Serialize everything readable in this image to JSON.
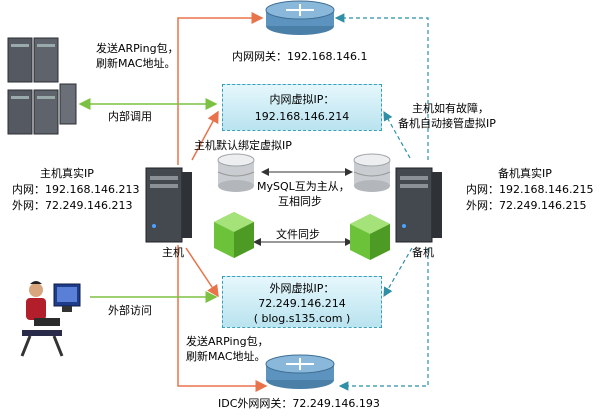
{
  "labels": {
    "send_arp_top_1": "发送ARPing包，",
    "send_arp_top_2": "刷新MAC地址。",
    "gateway_inner": "内网网关：192.168.146.1",
    "internal_call": "内部调用",
    "inner_vip_title": "内网虚拟IP：",
    "inner_vip_ip": "192.168.146.214",
    "failover_1": "主机如有故障，",
    "failover_2": "备机自动接管虚拟IP",
    "host_bind_vip": "主机默认绑定虚拟IP",
    "master_real_title": "主机真实IP",
    "master_inner": "内网：192.168.146.213",
    "master_outer": "外网：72.249.146.213",
    "mysql_1": "MySQL互为主从，",
    "mysql_2": "互相同步",
    "backup_real_title": "备机真实IP",
    "backup_inner": "内网：192.168.146.215",
    "backup_outer": "外网：72.249.146.215",
    "file_sync": "文件同步",
    "master": "主机",
    "backup": "备机",
    "outer_vip_title": "外网虚拟IP：",
    "outer_vip_ip": "72.249.146.214",
    "outer_vip_domain": "( blog.s135.com )",
    "external_access": "外部访问",
    "send_arp_bottom_1": "发送ARPing包，",
    "send_arp_bottom_2": "刷新MAC地址。",
    "gateway_idc": "IDC外网网关：72.249.146.193"
  },
  "colors": {
    "orange_line": "#e8734a",
    "green_line": "#7bc142",
    "teal_dashed": "#2e8fa6",
    "black_line": "#333333"
  }
}
